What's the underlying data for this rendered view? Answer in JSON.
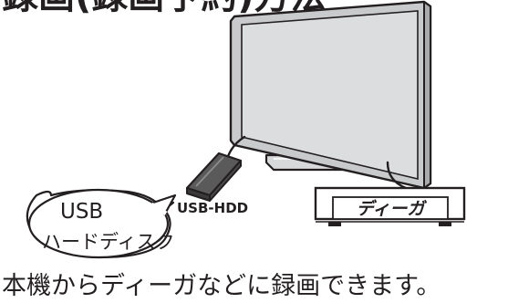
{
  "heading": "録画(録画予約)方法",
  "hdd_label": "USB-HDD",
  "device_label": "ディーガ",
  "bubble": {
    "line1": "USB",
    "line2": "ハードディスク"
  },
  "caption": "本機からディーガなどに録画できます。",
  "colors": {
    "ink": "#231f20",
    "tv_bezel": "#c9cacb",
    "tv_screen": "#dcddde",
    "hdd_body": "#5a5a5a",
    "recorder_face": "#ffffff"
  }
}
